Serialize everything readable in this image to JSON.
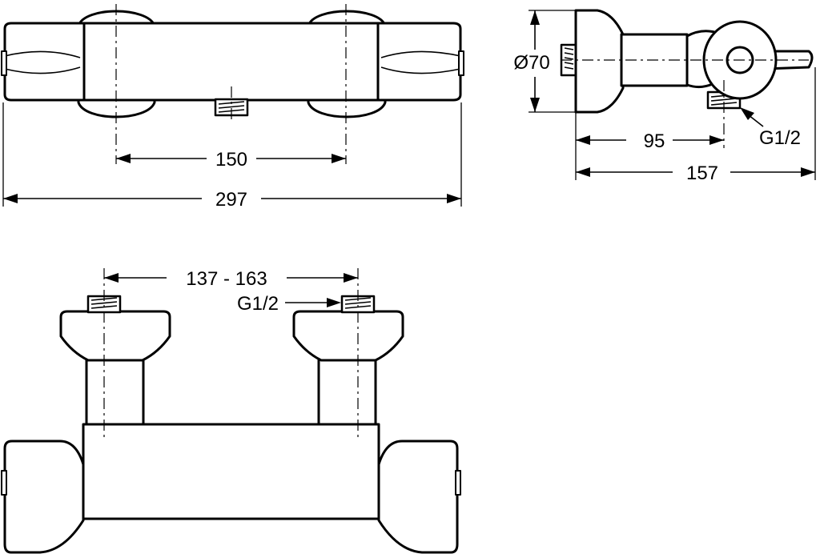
{
  "dimensions": {
    "front_spacing": "150",
    "front_width": "297",
    "side_diameter": "Ø70",
    "side_outlet": "95",
    "side_depth": "157",
    "side_thread": "G1/2",
    "bottom_spacing": "137 - 163",
    "bottom_thread": "G1/2"
  }
}
